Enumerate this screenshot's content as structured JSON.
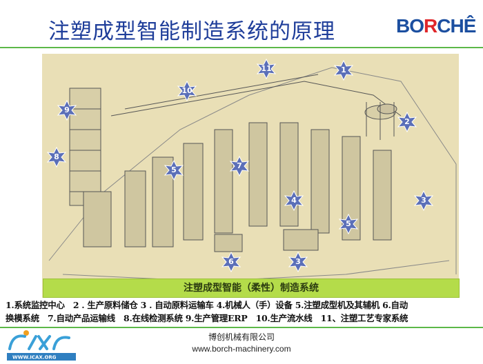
{
  "header": {
    "title": "注塑成型智能制造系统的原理",
    "logo_text": "BORCHÊ"
  },
  "diagram": {
    "caption": "注塑成型智能（柔性）制造系统",
    "badges": [
      "1",
      "2",
      "3",
      "3",
      "4",
      "5",
      "5",
      "6",
      "7",
      "8",
      "9",
      "10",
      "11"
    ]
  },
  "legend": {
    "line1": "1.系统监控中心　2 . 生产原料储仓 3 . 自动原料运输车 4.机械人（手）设备 5.注塑成型机及其辅机 6.自动",
    "line2": "换模系统　7.自动产品运输线　8.在线检测系统 9.生产管理ERP　10.生产流水线　11、注塑工艺专家系统"
  },
  "footer": {
    "company": "博创机械有限公司",
    "website": "www.borch-machinery.com",
    "icax_logo": "ICAX",
    "icax_url": "WWW.ICAX.ORG"
  },
  "colors": {
    "title": "#1f3e9a",
    "accent_line": "#5cb848",
    "badge": "#5b6fb8",
    "caption_bg": "#b4dc4a"
  }
}
